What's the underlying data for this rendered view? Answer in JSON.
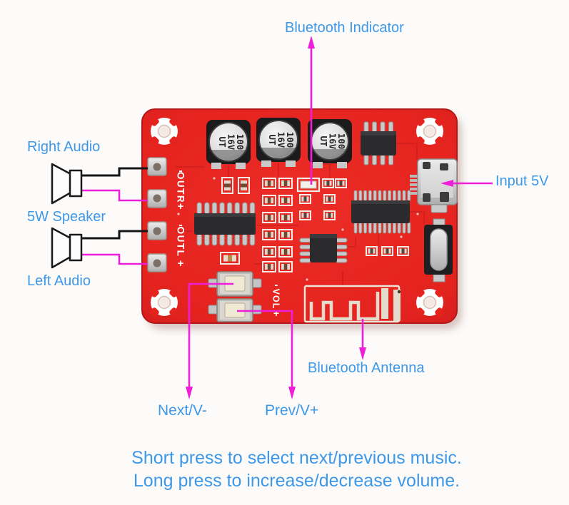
{
  "colors": {
    "board_red": "#e4231f",
    "label_blue": "#3e98e8",
    "arrow_magenta": "#ee1fd9",
    "wire_black": "#161616",
    "silkscreen_white": "#f4ece6"
  },
  "callouts": {
    "bluetooth_indicator": "Bluetooth Indicator",
    "right_audio": "Right Audio",
    "speaker_5w": "5W Speaker",
    "left_audio": "Left Audio",
    "input_5v": "Input 5V",
    "bluetooth_antenna": "Bluetooth Antenna",
    "next_volume_down": "Next/V-",
    "prev_volume_up": "Prev/V+"
  },
  "instructions": {
    "line1": "Short press to select next/previous music.",
    "line2": "Long press to increase/decrease volume."
  },
  "board_silkscreen": {
    "cap_lines": [
      "100",
      "16V",
      "UT"
    ],
    "outr_label": "OUTR",
    "outl_label": "OUTL",
    "vol_label": "VOL",
    "minus": "-",
    "plus": "+"
  }
}
